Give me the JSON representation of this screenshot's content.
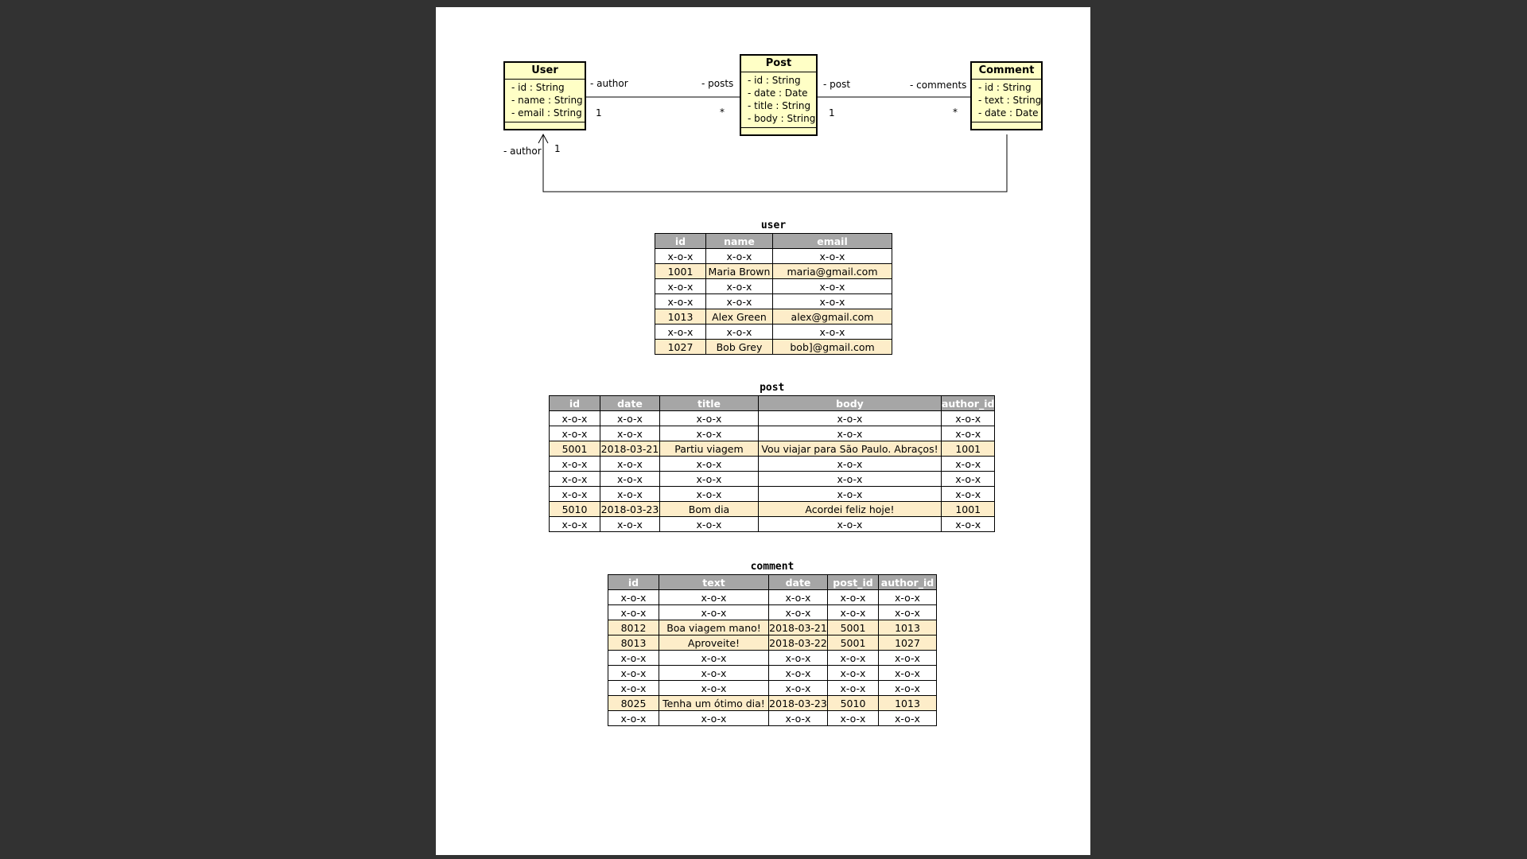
{
  "uml": {
    "classes": [
      {
        "name": "User",
        "attributes": [
          "- id : String",
          "- name : String",
          "- email : String"
        ]
      },
      {
        "name": "Post",
        "attributes": [
          "- id : String",
          "- date : Date",
          "- title : String",
          "- body : String"
        ]
      },
      {
        "name": "Comment",
        "attributes": [
          "- id : String",
          "- text : String",
          "- date : Date"
        ]
      }
    ],
    "labels": {
      "user_post_author": "- author",
      "user_post_posts": "- posts",
      "user_post_one": "1",
      "user_post_many": "*",
      "post_comment_post": "- post",
      "post_comment_comments": "- comments",
      "post_comment_one": "1",
      "post_comment_many": "*",
      "comment_user_author": "- author",
      "comment_user_one": "1"
    }
  },
  "tables": [
    {
      "title": "user",
      "columns": [
        "id",
        "name",
        "email"
      ],
      "rows": [
        {
          "cells": [
            "x-o-x",
            "x-o-x",
            "x-o-x"
          ],
          "highlight": false
        },
        {
          "cells": [
            "1001",
            "Maria Brown",
            "maria@gmail.com"
          ],
          "highlight": true
        },
        {
          "cells": [
            "x-o-x",
            "x-o-x",
            "x-o-x"
          ],
          "highlight": false
        },
        {
          "cells": [
            "x-o-x",
            "x-o-x",
            "x-o-x"
          ],
          "highlight": false
        },
        {
          "cells": [
            "1013",
            "Alex Green",
            "alex@gmail.com"
          ],
          "highlight": true
        },
        {
          "cells": [
            "x-o-x",
            "x-o-x",
            "x-o-x"
          ],
          "highlight": false
        },
        {
          "cells": [
            "1027",
            "Bob Grey",
            "bob]@gmail.com"
          ],
          "highlight": true
        }
      ]
    },
    {
      "title": "post",
      "columns": [
        "id",
        "date",
        "title",
        "body",
        "author_id"
      ],
      "rows": [
        {
          "cells": [
            "x-o-x",
            "x-o-x",
            "x-o-x",
            "x-o-x",
            "x-o-x"
          ],
          "highlight": false
        },
        {
          "cells": [
            "x-o-x",
            "x-o-x",
            "x-o-x",
            "x-o-x",
            "x-o-x"
          ],
          "highlight": false
        },
        {
          "cells": [
            "5001",
            "2018-03-21",
            "Partiu viagem",
            "Vou viajar para São Paulo. Abraços!",
            "1001"
          ],
          "highlight": true
        },
        {
          "cells": [
            "x-o-x",
            "x-o-x",
            "x-o-x",
            "x-o-x",
            "x-o-x"
          ],
          "highlight": false
        },
        {
          "cells": [
            "x-o-x",
            "x-o-x",
            "x-o-x",
            "x-o-x",
            "x-o-x"
          ],
          "highlight": false
        },
        {
          "cells": [
            "x-o-x",
            "x-o-x",
            "x-o-x",
            "x-o-x",
            "x-o-x"
          ],
          "highlight": false
        },
        {
          "cells": [
            "5010",
            "2018-03-23",
            "Bom dia",
            "Acordei feliz hoje!",
            "1001"
          ],
          "highlight": true
        },
        {
          "cells": [
            "x-o-x",
            "x-o-x",
            "x-o-x",
            "x-o-x",
            "x-o-x"
          ],
          "highlight": false
        }
      ]
    },
    {
      "title": "comment",
      "columns": [
        "id",
        "text",
        "date",
        "post_id",
        "author_id"
      ],
      "rows": [
        {
          "cells": [
            "x-o-x",
            "x-o-x",
            "x-o-x",
            "x-o-x",
            "x-o-x"
          ],
          "highlight": false
        },
        {
          "cells": [
            "x-o-x",
            "x-o-x",
            "x-o-x",
            "x-o-x",
            "x-o-x"
          ],
          "highlight": false
        },
        {
          "cells": [
            "8012",
            "Boa viagem mano!",
            "2018-03-21",
            "5001",
            "1013"
          ],
          "highlight": true
        },
        {
          "cells": [
            "8013",
            "Aproveite!",
            "2018-03-22",
            "5001",
            "1027"
          ],
          "highlight": true
        },
        {
          "cells": [
            "x-o-x",
            "x-o-x",
            "x-o-x",
            "x-o-x",
            "x-o-x"
          ],
          "highlight": false
        },
        {
          "cells": [
            "x-o-x",
            "x-o-x",
            "x-o-x",
            "x-o-x",
            "x-o-x"
          ],
          "highlight": false
        },
        {
          "cells": [
            "x-o-x",
            "x-o-x",
            "x-o-x",
            "x-o-x",
            "x-o-x"
          ],
          "highlight": false
        },
        {
          "cells": [
            "8025",
            "Tenha um ótimo dia!",
            "2018-03-23",
            "5010",
            "1013"
          ],
          "highlight": true
        },
        {
          "cells": [
            "x-o-x",
            "x-o-x",
            "x-o-x",
            "x-o-x",
            "x-o-x"
          ],
          "highlight": false
        }
      ]
    }
  ],
  "colors": {
    "backdrop": "#323232",
    "page": "#ffffff",
    "uml_class_fill": "#ffffc6",
    "table_header_fill": "#a6a6a6",
    "table_highlight_fill": "#fdedc9"
  }
}
